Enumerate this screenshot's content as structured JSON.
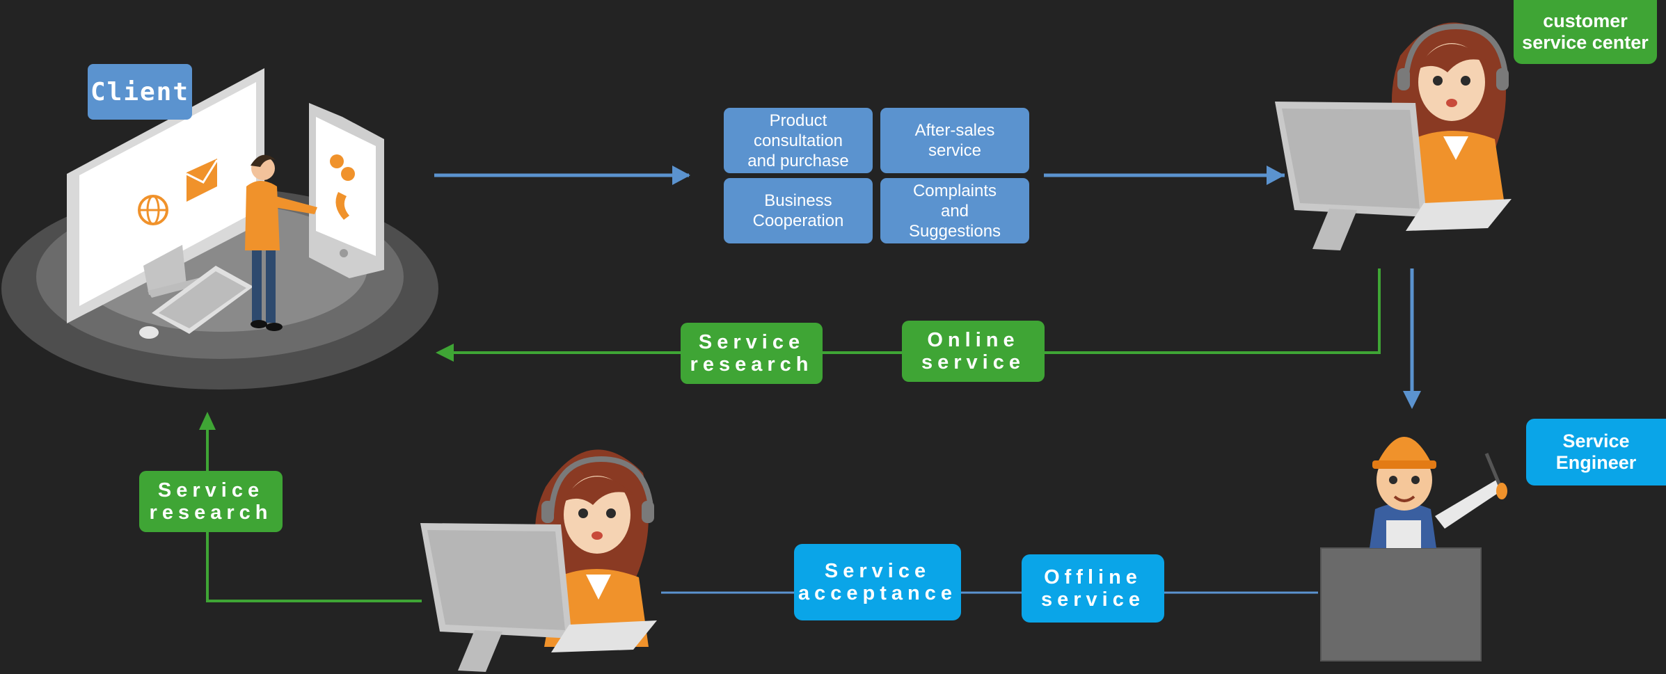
{
  "client": {
    "label": "Client"
  },
  "requests": [
    {
      "label": "Product\nconsultation\nand purchase"
    },
    {
      "label": "After-sales\nservice"
    },
    {
      "label": "Business\nCooperation"
    },
    {
      "label": "Complaints\nand\nSuggestions"
    }
  ],
  "roles": {
    "customer_service_center": "customer\nservice center",
    "service_engineer": "Service\nEngineer"
  },
  "online_loop": {
    "online_service": "Online\nservice",
    "service_research": "Service\nresearch"
  },
  "offline_loop": {
    "offline_service": "Offline\nservice",
    "service_acceptance": "Service\nacceptance",
    "service_research": "Service\nresearch"
  },
  "colors": {
    "background": "#232323",
    "request_blue": "#5b93cf",
    "flow_green": "#3fa535",
    "engineer_cyan": "#0aa5e8",
    "accent_orange": "#f0922b"
  }
}
